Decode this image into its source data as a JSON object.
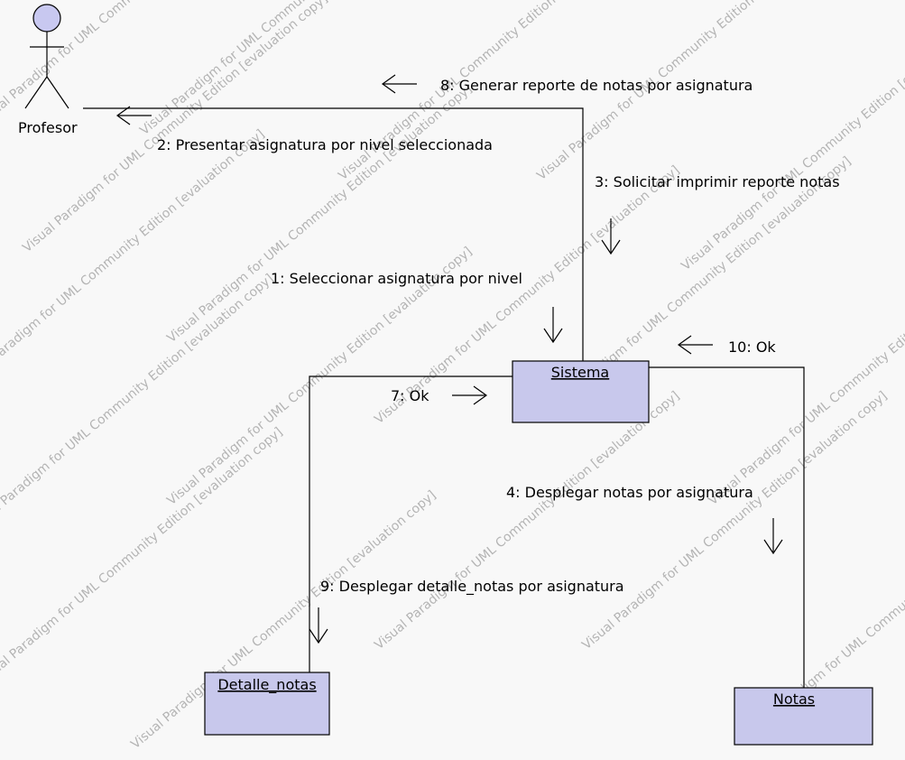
{
  "diagram": {
    "actor": {
      "label": "Profesor"
    },
    "objects": {
      "sistema": "Sistema",
      "detalle": "Detalle_notas",
      "notas": "Notas"
    },
    "messages": {
      "m1": "1: Seleccionar asignatura por nivel",
      "m2": "2: Presentar asignatura por nivel seleccionada",
      "m3": "3: Solicitar imprimir reporte notas",
      "m4": "4: Desplegar notas por asignatura",
      "m7": "7: Ok",
      "m8": "8: Generar reporte de notas por asignatura",
      "m9": "9: Desplegar detalle_notas por asignatura",
      "m10": "10: Ok"
    },
    "watermark": {
      "a": "Visual Paradigm for UML Community Edition [evaluation copy]"
    },
    "colors": {
      "object_fill": "#c8c8ec",
      "actor_head": "#c8c8f0",
      "line": "#000000",
      "watermark": "#b4b4b4"
    }
  }
}
